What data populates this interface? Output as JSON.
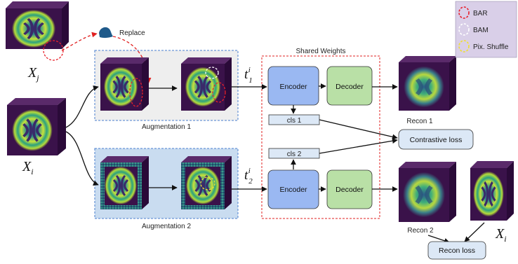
{
  "labels": {
    "xj_symbol": "X",
    "xj_sub": "j",
    "xi_symbol": "X",
    "xi_sub": "i",
    "xi2_symbol": "X",
    "xi2_sub": "i",
    "replace": "Replace",
    "shared_weights": "Shared Weights",
    "aug1": "Augmentation 1",
    "aug2": "Augmentation 2",
    "t1_base": "t",
    "t1_sub": "1",
    "t1_sup": "i",
    "t2_base": "t",
    "t2_sub": "2",
    "t2_sup": "i",
    "encoder1": "Encoder",
    "decoder1": "Decoder",
    "encoder2": "Encoder",
    "decoder2": "Decoder",
    "cls1": "cls 1",
    "cls2": "cls 2",
    "recon1": "Recon 1",
    "recon2": "Recon 2",
    "contrastive_loss": "Contrastive loss",
    "recon_loss": "Recon loss"
  },
  "legend": {
    "items": [
      {
        "label": "BAR",
        "color": "#e8202a"
      },
      {
        "label": "BAM",
        "color": "#ffffff"
      },
      {
        "label": "Pix. Shuffle",
        "color": "#f0e030"
      }
    ]
  },
  "colors": {
    "encoder": "#9ab8f2",
    "decoder": "#b9e0a6",
    "cls": "#dce8f6",
    "loss": "#dce8f6",
    "aug1_bg": "#eeeeee",
    "aug2_bg": "#c9dcf0",
    "shared_border": "#e02020",
    "aug_border": "#4a7fcf",
    "cube_dark": "#3a124a",
    "legend_bg": "#d9cfe8"
  }
}
